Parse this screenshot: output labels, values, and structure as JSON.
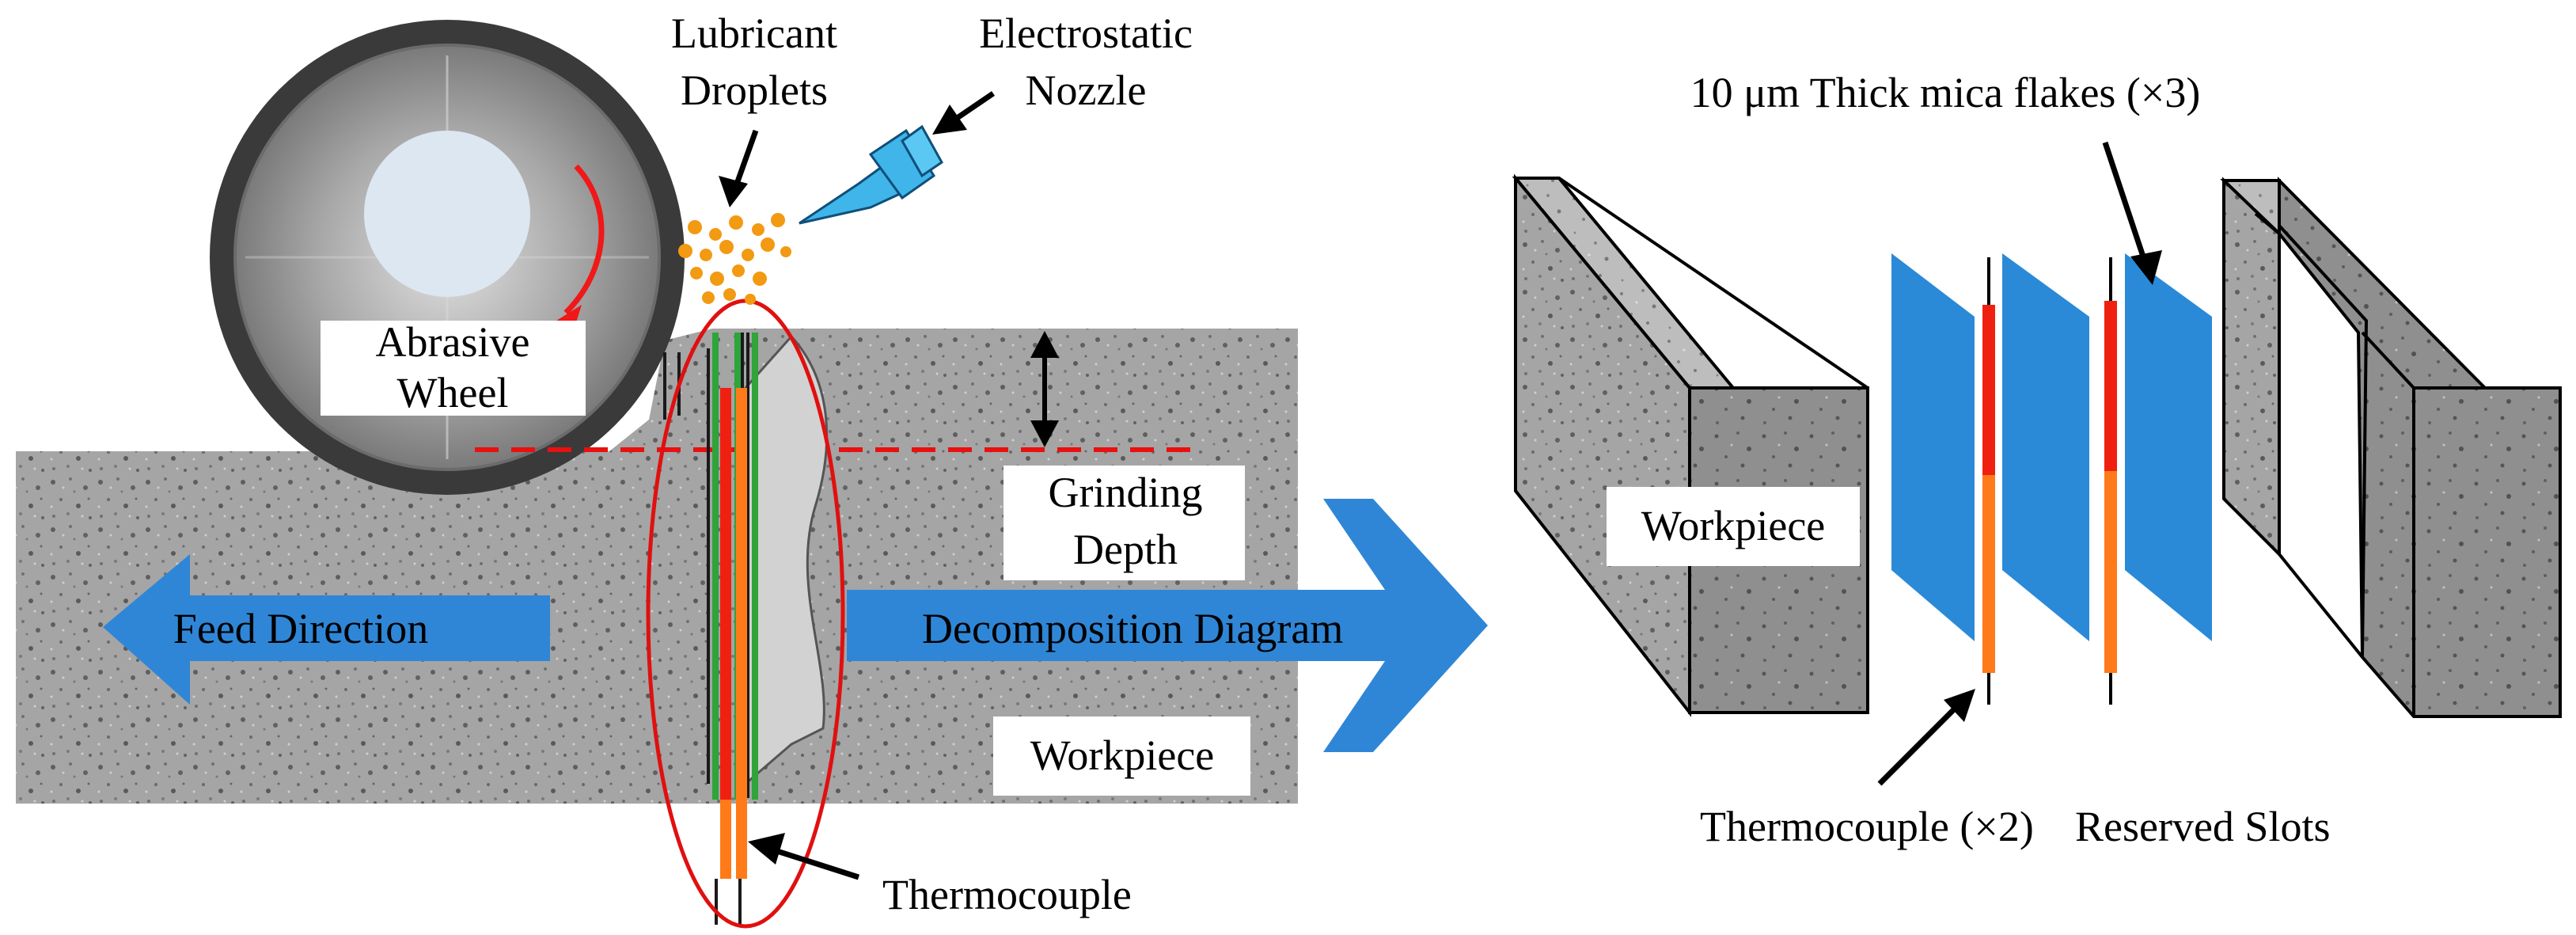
{
  "labels": {
    "lubricant_line1": "Lubricant",
    "lubricant_line2": "Droplets",
    "nozzle_line1": "Electrostatic",
    "nozzle_line2": "Nozzle",
    "wheel_line1": "Abrasive",
    "wheel_line2": "Wheel",
    "grinding_line1": "Grinding",
    "grinding_line2": "Depth",
    "feed_direction": "Feed Direction",
    "decomposition": "Decomposition Diagram",
    "workpiece_left": "Workpiece",
    "thermocouple_left": "Thermocouple",
    "mica_flakes": "10 μm Thick mica flakes (×3)",
    "workpiece_right": "Workpiece",
    "thermocouple_right": "Thermocouple (×2)",
    "reserved_slots": "Reserved Slots"
  },
  "colors": {
    "workpiece_gray": "#a5a5a5",
    "speckle_dark": "#5e5e5e",
    "block_front": "#a3a3a3",
    "block_top": "#bdbdbd",
    "block_side": "#8f8f8f",
    "arrow_blue": "#2f86d6",
    "mica_blue": "#2a8ad8",
    "nozzle_blue": "#3fb5ea",
    "thermo_red": "#f02010",
    "thermo_orange": "#ff7a18",
    "mica_green": "#2ea43a",
    "circle_red": "#e01010",
    "droplet_orange": "#f29a12",
    "wheel_dark": "#3a3a3a",
    "wheel_hub": "#dde7f1"
  }
}
